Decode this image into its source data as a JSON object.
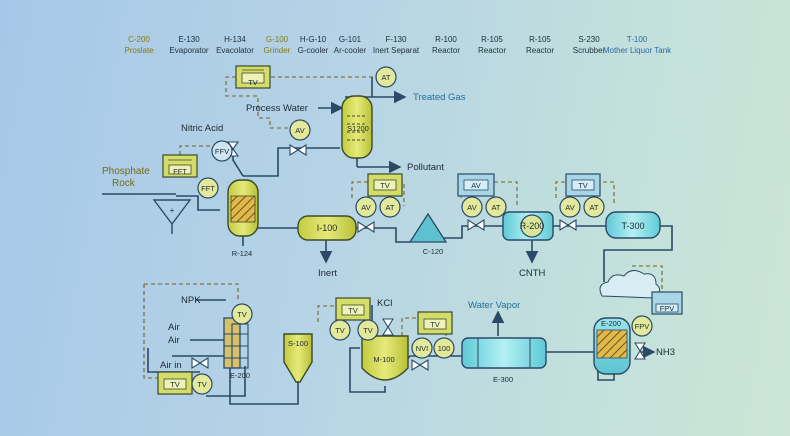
{
  "legend": [
    {
      "code": "C-200",
      "name": "Proslate",
      "color": "#8a7a10"
    },
    {
      "code": "E-130",
      "name": "Evaporator",
      "color": "#1e2f3a"
    },
    {
      "code": "H-134",
      "name": "Evacolator",
      "color": "#1e2f3a"
    },
    {
      "code": "G-100",
      "name": "Grinder",
      "color": "#8a7a10"
    },
    {
      "code": "H-G-10",
      "name": "G-cooler",
      "color": "#1e2f3a"
    },
    {
      "code": "G-101",
      "name": "Ar-cooler",
      "color": "#1e2f3a"
    },
    {
      "code": "F-130",
      "name": "Inert Separat",
      "color": "#1e2f3a"
    },
    {
      "code": "R-100",
      "name": "Reactor",
      "color": "#1e2f3a"
    },
    {
      "code": "R-105",
      "name": "Reactor",
      "color": "#1e2f3a"
    },
    {
      "code": "R-105",
      "name": "Reactor",
      "color": "#1e2f3a"
    },
    {
      "code": "S-230",
      "name": "Scrubber",
      "color": "#1e2f3a"
    },
    {
      "code": "T-100",
      "name": "Mother Liquor Tank",
      "color": "#2b6aa0"
    }
  ],
  "streams": {
    "process_water": "Process Water",
    "treated_gas": "Treated Gas",
    "nitric_acid": "Nitric Acid",
    "pollutant": "Pollutant",
    "phosphate_rock": "Phosphate Rock",
    "phosphate": "Phosphate",
    "rock": "Rock",
    "inert": "Inert",
    "cnth": "CNTH",
    "water_vapor": "Water Vapor",
    "npk": "NPK",
    "air1": "Air",
    "air2": "Air",
    "air_in": "Air in",
    "kcl": "KCl",
    "nh3": "NH3"
  },
  "equipment": {
    "s1200": "S1200",
    "r124": "R-124",
    "i100": "I-100",
    "c120": "C-120",
    "r200": "R-200",
    "t300": "T-300",
    "e200_right": "E-200",
    "e300": "E-300",
    "s100": "S-100",
    "m100": "M-100",
    "e200_left": "E-200"
  },
  "instruments": {
    "tv": "TV",
    "at": "AT",
    "av": "AV",
    "ffv": "FFV",
    "fft": "FFT",
    "ft": "FFT",
    "fpv": "FPV",
    "nvi": "NVI",
    "n100": "100"
  },
  "colors": {
    "line": "#2a4a66",
    "instrument_line": "#8a6a20",
    "vessel": "#d6dd5c",
    "vessel_stroke": "#3c4a2a",
    "exchanger": "#8fe0e8",
    "accent_blue": "#1f6f9c"
  }
}
